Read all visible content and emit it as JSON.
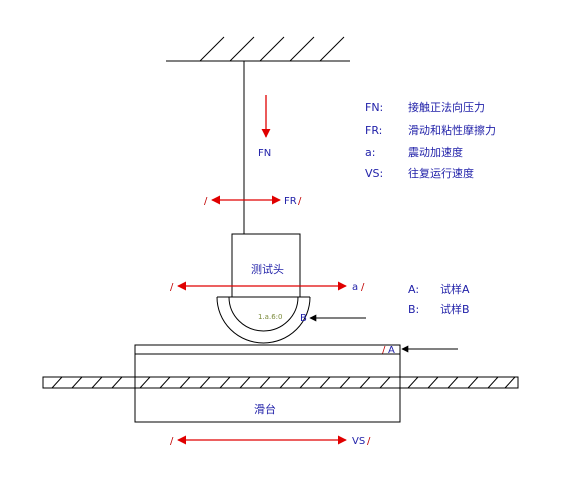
{
  "legend": {
    "fn_key": "FN:",
    "fn_text": "接触正法向压力",
    "fr_key": "FR:",
    "fr_text": "滑动和粘性摩擦力",
    "a_key": "a:",
    "a_text": "震动加速度",
    "vs_key": "VS:",
    "vs_text": "往复运行速度"
  },
  "samples": {
    "a_key": "A:",
    "a_text": "试样A",
    "b_key": "B:",
    "b_text": "试样B"
  },
  "labels": {
    "fn": "FN",
    "fr": "FR",
    "a": "a",
    "vs": "VS",
    "probe": "测试头",
    "slide": "滑台",
    "sample_b": "B",
    "sample_a": "A",
    "ball_note": "1.a.6:0",
    "slash": "/"
  },
  "colors": {
    "arrow": "#e00000",
    "text": "#1f1fa8",
    "line": "#000000"
  }
}
